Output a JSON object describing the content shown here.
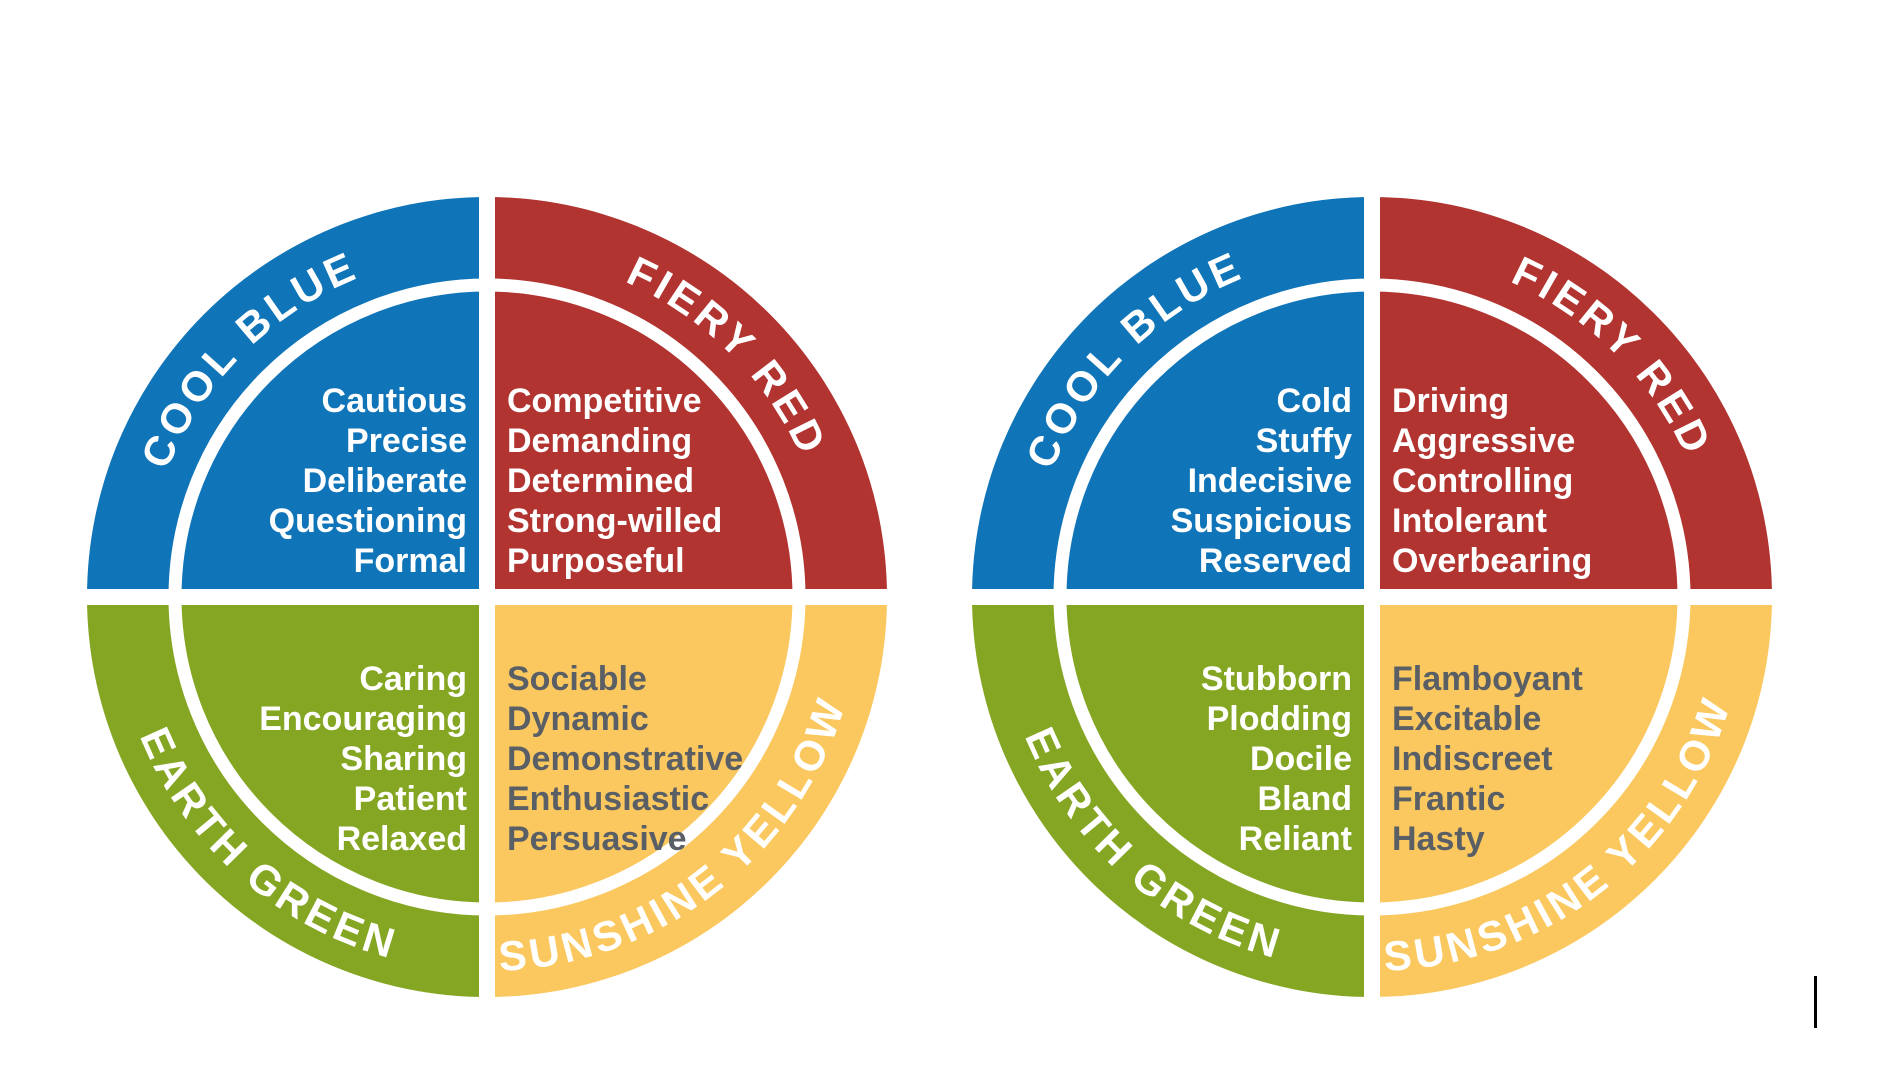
{
  "canvas": {
    "background": "#FFFFFF"
  },
  "wheels": [
    {
      "id": "left-wheel",
      "name": "personality-wheel-strengths",
      "quadrants": [
        {
          "id": "cool-blue",
          "position": "top-left",
          "label": "COOL BLUE",
          "color": "#0F74B8",
          "label_color": "#FFFFFF",
          "trait_color": "#FFFFFF",
          "traits": [
            "Cautious",
            "Precise",
            "Deliberate",
            "Questioning",
            "Formal"
          ]
        },
        {
          "id": "fiery-red",
          "position": "top-right",
          "label": "FIERY RED",
          "color": "#B23431",
          "label_color": "#FFFFFF",
          "trait_color": "#FFFFFF",
          "traits": [
            "Competitive",
            "Demanding",
            "Determined",
            "Strong-willed",
            "Purposeful"
          ]
        },
        {
          "id": "earth-green",
          "position": "bottom-left",
          "label": "EARTH GREEN",
          "color": "#85A623",
          "label_color": "#FFFFFF",
          "trait_color": "#FFFFFF",
          "traits": [
            "Caring",
            "Encouraging",
            "Sharing",
            "Patient",
            "Relaxed"
          ]
        },
        {
          "id": "sunshine-yellow",
          "position": "bottom-right",
          "label": "SUNSHINE YELLOW",
          "color": "#FBC85F",
          "label_color": "#FFFFFF",
          "trait_color": "#5A5F66",
          "traits": [
            "Sociable",
            "Dynamic",
            "Demonstrative",
            "Enthusiastic",
            "Persuasive"
          ]
        }
      ]
    },
    {
      "id": "right-wheel",
      "name": "personality-wheel-weaknesses",
      "quadrants": [
        {
          "id": "cool-blue",
          "position": "top-left",
          "label": "COOL BLUE",
          "color": "#0F74B8",
          "label_color": "#FFFFFF",
          "trait_color": "#FFFFFF",
          "traits": [
            "Cold",
            "Stuffy",
            "Indecisive",
            "Suspicious",
            "Reserved"
          ]
        },
        {
          "id": "fiery-red",
          "position": "top-right",
          "label": "FIERY RED",
          "color": "#B23431",
          "label_color": "#FFFFFF",
          "trait_color": "#FFFFFF",
          "traits": [
            "Driving",
            "Aggressive",
            "Controlling",
            "Intolerant",
            "Overbearing"
          ]
        },
        {
          "id": "earth-green",
          "position": "bottom-left",
          "label": "EARTH GREEN",
          "color": "#85A623",
          "label_color": "#FFFFFF",
          "trait_color": "#FFFFFF",
          "traits": [
            "Stubborn",
            "Plodding",
            "Docile",
            "Bland",
            "Reliant"
          ]
        },
        {
          "id": "sunshine-yellow",
          "position": "bottom-right",
          "label": "SUNSHINE YELLOW",
          "color": "#FBC85F",
          "label_color": "#FFFFFF",
          "trait_color": "#5A5F66",
          "traits": [
            "Flamboyant",
            "Excitable",
            "Indiscreet",
            "Frantic",
            "Hasty"
          ]
        }
      ]
    }
  ],
  "text_cursor": {
    "visible": true,
    "color": "#000000"
  }
}
